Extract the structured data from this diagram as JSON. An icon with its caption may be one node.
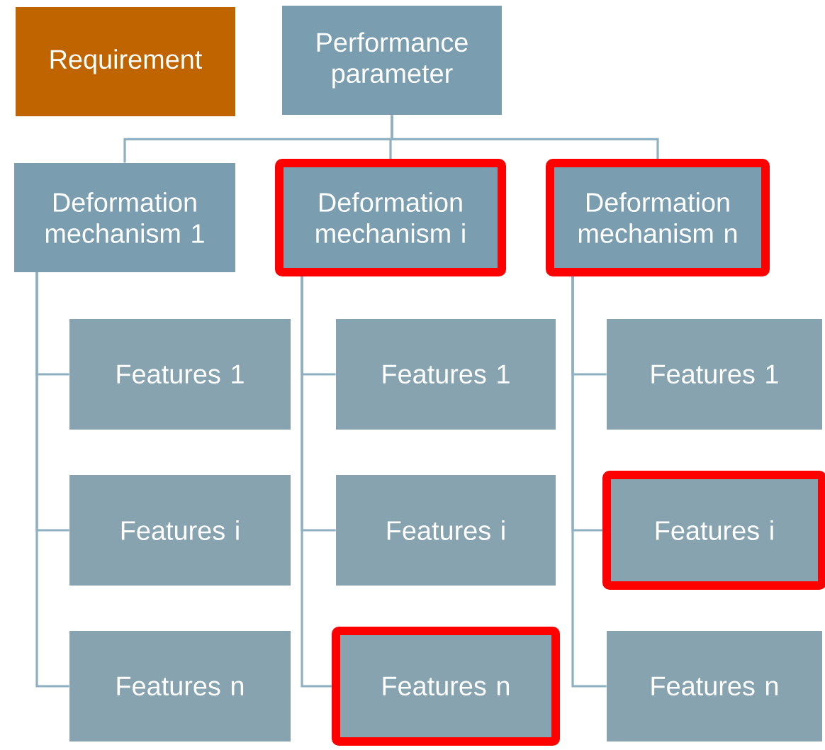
{
  "diagram": {
    "nodes": [
      {
        "text": [
          "Requirement"
        ]
      },
      {
        "text": [
          "Performance parameter"
        ]
      },
      {
        "text": [
          "Deformation mechanism 1"
        ]
      },
      {
        "text": [
          "Deformation mechanism  i"
        ]
      },
      {
        "text": [
          "Deformation mechanism  n"
        ]
      },
      {
        "text": [
          "Features 1"
        ]
      },
      {
        "text": [
          "Features 1"
        ]
      },
      {
        "text": [
          "Features 1"
        ]
      },
      {
        "text": [
          "Features i"
        ]
      },
      {
        "text": [
          "Features i"
        ]
      },
      {
        "text": [
          "Features i"
        ]
      },
      {
        "text": [
          "Features n"
        ]
      },
      {
        "text": [
          "Features n"
        ]
      },
      {
        "text": [
          "Features n"
        ]
      }
    ],
    "edges": [
      {
        "from": 1,
        "to": 2,
        "arrow": "none"
      },
      {
        "from": 1,
        "to": 3,
        "arrow": "none"
      },
      {
        "from": 1,
        "to": 4,
        "arrow": "none"
      },
      {
        "from": 2,
        "to": 5,
        "arrow": "none"
      },
      {
        "from": 2,
        "to": 8,
        "arrow": "none"
      },
      {
        "from": 2,
        "to": 11,
        "arrow": "none"
      },
      {
        "from": 3,
        "to": 6,
        "arrow": "none"
      },
      {
        "from": 3,
        "to": 9,
        "arrow": "none"
      },
      {
        "from": 3,
        "to": 12,
        "arrow": "none"
      },
      {
        "from": 4,
        "to": 7,
        "arrow": "none"
      },
      {
        "from": 4,
        "to": 10,
        "arrow": "none"
      },
      {
        "from": 4,
        "to": 13,
        "arrow": "none"
      }
    ]
  }
}
